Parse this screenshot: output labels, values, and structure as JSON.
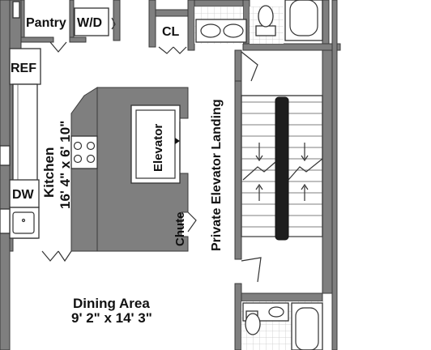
{
  "rooms": {
    "pantry": "Pantry",
    "wd": "W/D",
    "closet": "CL",
    "ref": "REF",
    "kitchen_name": "Kitchen",
    "kitchen_size": "16' 4\" x 6' 10\"",
    "dw": "DW",
    "elevator": "Elevator",
    "chute": "Chute",
    "landing": "Private Elevator Landing",
    "dining_name": "Dining Area",
    "dining_size": "9' 2\" x 14' 3\""
  },
  "colors": {
    "wall": "#7f7f7f",
    "stair_rail": "#1e1e1e",
    "fixture": "#ffffff"
  }
}
